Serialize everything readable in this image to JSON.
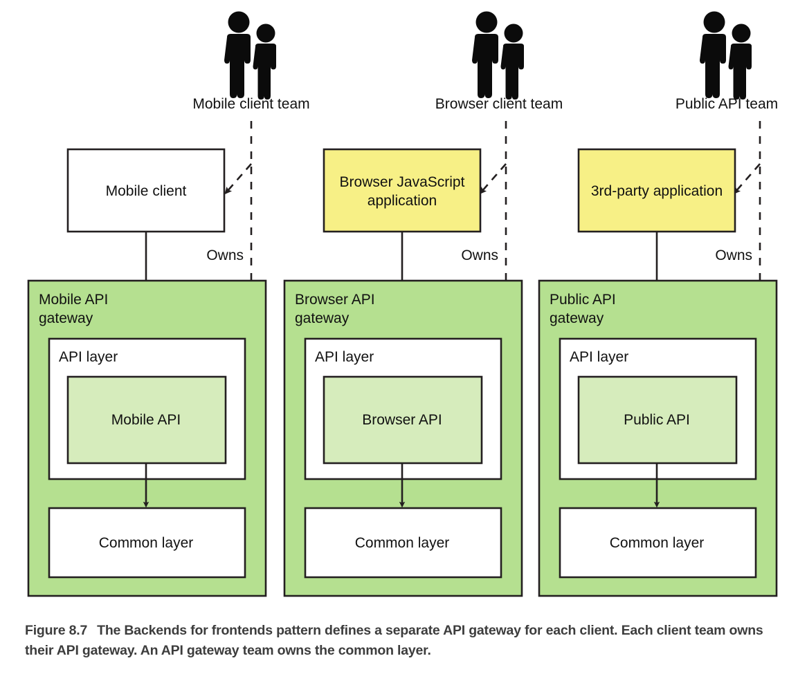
{
  "figure": {
    "number": "Figure 8.7",
    "caption": "The Backends for frontends pattern defines a separate API gateway for each client. Each client team owns their API gateway. An API gateway team owns the common layer."
  },
  "colors": {
    "gateway_green": "#b5e090",
    "api_light_green": "#d6ecbc",
    "client_yellow": "#f7f086",
    "client_white": "#ffffff",
    "stroke": "#231f20",
    "text": "#111111",
    "caption_text": "#3d3d3d",
    "background": "#ffffff"
  },
  "relationship_label": "Owns",
  "columns": [
    {
      "id": "mobile",
      "team_label": "Mobile client team",
      "team_icon": "two-people-icon",
      "client": {
        "label": "Mobile client",
        "fill": "#ffffff"
      },
      "gateway": {
        "title_line1": "Mobile API",
        "title_line2": "gateway",
        "api_layer_label": "API layer",
        "api_label": "Mobile API",
        "common_layer_label": "Common layer"
      },
      "owns_label": "Owns"
    },
    {
      "id": "browser",
      "team_label": "Browser client team",
      "team_icon": "two-people-icon",
      "client": {
        "label": "Browser JavaScript application",
        "label_line1": "Browser JavaScript",
        "label_line2": "application",
        "fill": "#f7f086"
      },
      "gateway": {
        "title_line1": "Browser API",
        "title_line2": "gateway",
        "api_layer_label": "API layer",
        "api_label": "Browser API",
        "common_layer_label": "Common layer"
      },
      "owns_label": "Owns"
    },
    {
      "id": "public",
      "team_label": "Public API team",
      "team_icon": "two-people-icon",
      "client": {
        "label": "3rd-party application",
        "label_line1": "3rd-party application",
        "label_line2": "",
        "fill": "#f7f086"
      },
      "gateway": {
        "title_line1": "Public API",
        "title_line2": "gateway",
        "api_layer_label": "API layer",
        "api_label": "Public API",
        "common_layer_label": "Common layer"
      },
      "owns_label": "Owns"
    }
  ]
}
